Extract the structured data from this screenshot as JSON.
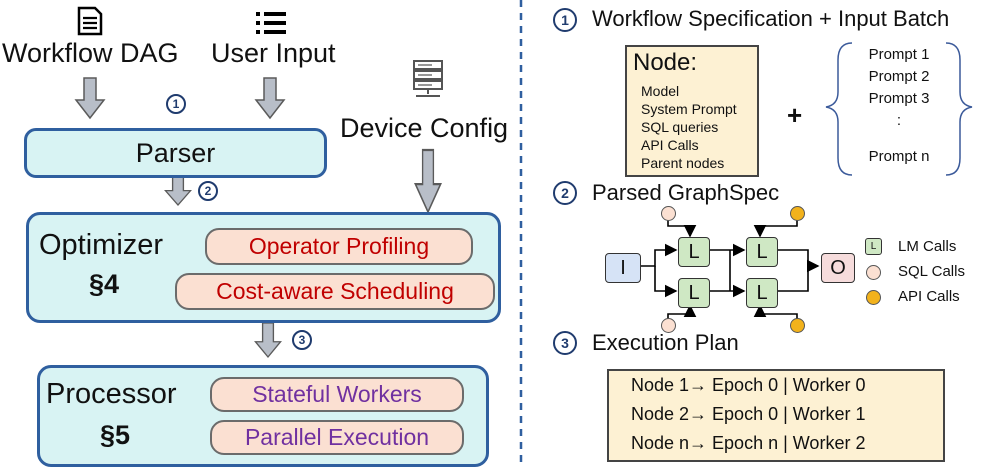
{
  "left": {
    "workflow_dag": "Workflow DAG",
    "user_input": "User Input",
    "device_config": "Device Config",
    "parser": "Parser",
    "optimizer": {
      "title": "Optimizer",
      "section": "§4",
      "pill1": "Operator Profiling",
      "pill2": "Cost-aware Scheduling"
    },
    "processor": {
      "title": "Processor",
      "section": "§5",
      "pill1": "Stateful Workers",
      "pill2": "Parallel Execution"
    },
    "steps": [
      "1",
      "2",
      "3"
    ]
  },
  "right": {
    "section1": {
      "num": "1",
      "title": "Workflow Specification + Input Batch"
    },
    "node_card": {
      "title": "Node:",
      "fields": [
        "Model",
        "System Prompt",
        "SQL queries",
        "API Calls",
        "Parent nodes"
      ]
    },
    "plus": "+",
    "prompts": [
      "Prompt 1",
      "Prompt 2",
      "Prompt 3",
      ":",
      "Prompt n"
    ],
    "section2": {
      "num": "2",
      "title": "Parsed GraphSpec"
    },
    "graph": {
      "input_label": "I",
      "output_label": "O",
      "lm_label": "L"
    },
    "legend": {
      "lm_icon": "L",
      "lm": "LM Calls",
      "sql": "SQL Calls",
      "api": "API Calls"
    },
    "section3": {
      "num": "3",
      "title": "Execution Plan"
    },
    "plan_rows": [
      "Node 1→ Epoch 0 | Worker 0",
      "Node 2→ Epoch 0 | Worker 1",
      "Node n→ Epoch n | Worker 2"
    ]
  },
  "colors": {
    "cyan": "#d8f3f3",
    "border_blue": "#2f5f9f",
    "pill_peach": "#fbe0d2",
    "red_text": "#c00000",
    "purple_text": "#7030a0",
    "node_yellow": "#fdf1d3",
    "lm_green": "#cfe8c4",
    "input_blue": "#d6e3f6",
    "output_pink": "#f6dcdc",
    "sql_pink": "#fbe0d2",
    "api_orange": "#f2b21c",
    "divider": "#2f5f9f"
  },
  "icons": [
    "document-icon",
    "list-icon",
    "server-icon",
    "down-arrow-icon"
  ]
}
